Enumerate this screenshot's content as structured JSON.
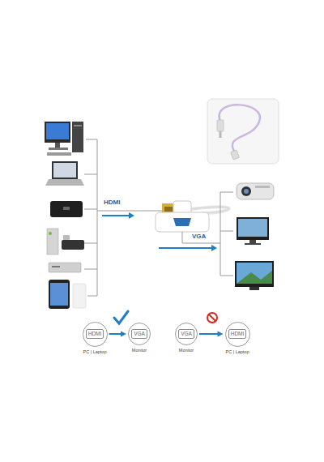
{
  "diagram": {
    "nodes": [
      {
        "text": [
          "HDMI",
          "PC | Laptop"
        ]
      },
      {
        "text": [
          "VGA",
          "Monitor"
        ]
      },
      {
        "text": [
          "VGA",
          "Monitor"
        ]
      },
      {
        "text": [
          "HDMI",
          "PC | Laptop"
        ]
      }
    ],
    "edges": [
      {
        "from": 0,
        "to": 1,
        "arrow": "to"
      },
      {
        "from": 2,
        "to": 3,
        "arrow": "to"
      }
    ],
    "labels": [
      "HDMI",
      "VGA"
    ]
  }
}
